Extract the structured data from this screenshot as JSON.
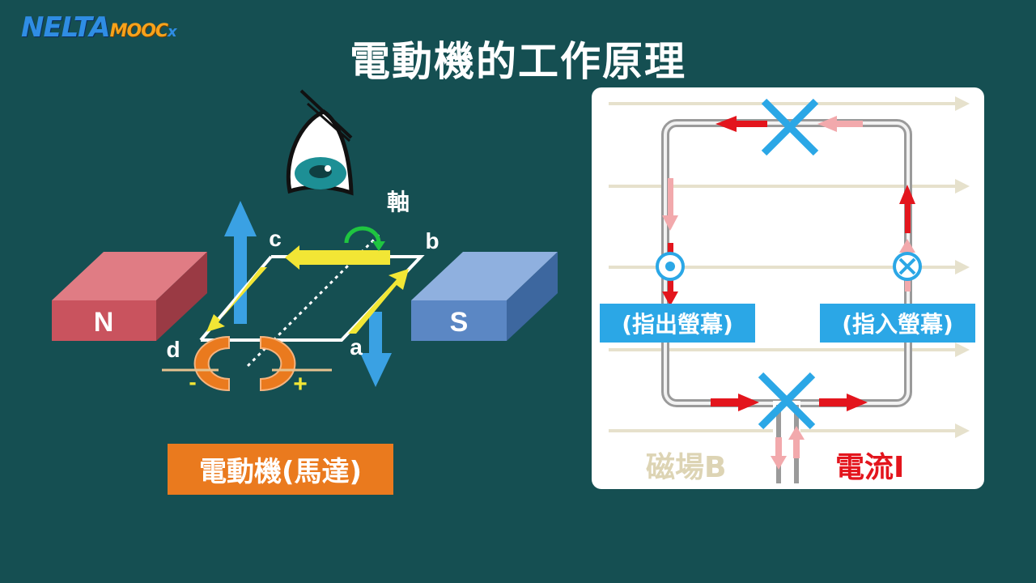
{
  "logo": {
    "part1": "NELTA",
    "part2": "MOOC",
    "part3": "x"
  },
  "title": "電動機的工作原理",
  "motor": {
    "label": "電動機(馬達)",
    "magnet_north": "N",
    "magnet_south": "S",
    "axis_label": "軸",
    "corner_a": "a",
    "corner_b": "b",
    "corner_c": "c",
    "corner_d": "d",
    "terminal_minus": "-",
    "terminal_plus": "+"
  },
  "top_view": {
    "tag_out": "(指出螢幕)",
    "tag_in": "(指入螢幕)",
    "legend_field": "磁場B",
    "legend_current": "電流I"
  },
  "colors": {
    "background": "#154f52",
    "north_magnet": "#c9535e",
    "south_magnet": "#5b87c4",
    "force_arrow": "#3aa1e3",
    "current_arrow": "#f2e635",
    "commutator": "#ea7a1e",
    "field_line": "#e6e1cc",
    "current_red": "#e3151d",
    "cross_blue": "#2ba7e6"
  }
}
